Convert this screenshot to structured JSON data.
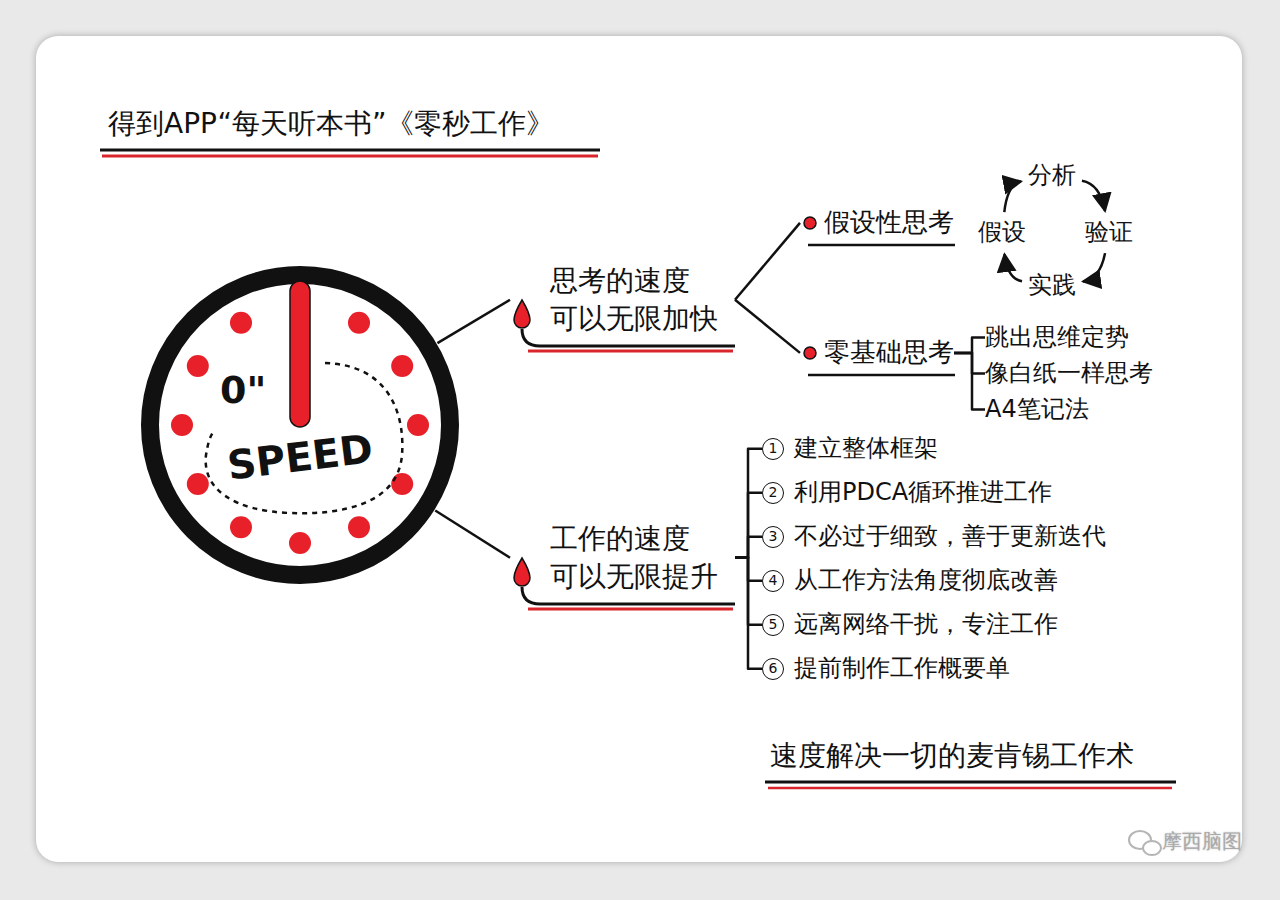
{
  "diagram": {
    "title": "得到APP“每天听本书”《零秒工作》",
    "caption": "速度解决一切的麦肯锡工作术",
    "nodes": [
      {
        "text": [
          "0\"",
          "SPEED"
        ]
      },
      {
        "text": [
          "思考的速度 可以无限加快"
        ]
      },
      {
        "text": [
          "工作的速度 可以无限提升"
        ]
      },
      {
        "text": [
          "假设性思考"
        ]
      },
      {
        "text": [
          "零基础思考"
        ]
      },
      {
        "text": [
          "假设"
        ]
      },
      {
        "text": [
          "分析"
        ]
      },
      {
        "text": [
          "验证"
        ]
      },
      {
        "text": [
          "实践"
        ]
      },
      {
        "text": [
          "跳出思维定势"
        ]
      },
      {
        "text": [
          "像白纸一样思考"
        ]
      },
      {
        "text": [
          "A4笔记法"
        ]
      },
      {
        "text": [
          "1",
          "建立整体框架"
        ]
      },
      {
        "text": [
          "2",
          "利用PDCA循环推进工作"
        ]
      },
      {
        "text": [
          "3",
          "不必过于细致，善于更新迭代"
        ]
      },
      {
        "text": [
          "4",
          "从工作方法角度彻底改善"
        ]
      },
      {
        "text": [
          "5",
          "远离网络干扰，专注工作"
        ]
      },
      {
        "text": [
          "6",
          "提前制作工作概要单"
        ]
      }
    ],
    "edges": [
      {
        "from": 0,
        "to": 1,
        "arrow": "none"
      },
      {
        "from": 0,
        "to": 2,
        "arrow": "none"
      },
      {
        "from": 1,
        "to": 3,
        "arrow": "none"
      },
      {
        "from": 1,
        "to": 4,
        "arrow": "none"
      },
      {
        "from": 5,
        "to": 6,
        "arrow": "to"
      },
      {
        "from": 6,
        "to": 7,
        "arrow": "to"
      },
      {
        "from": 7,
        "to": 8,
        "arrow": "to"
      },
      {
        "from": 8,
        "to": 5,
        "arrow": "to"
      },
      {
        "from": 4,
        "to": 9,
        "arrow": "none"
      },
      {
        "from": 4,
        "to": 10,
        "arrow": "none"
      },
      {
        "from": 4,
        "to": 11,
        "arrow": "none"
      },
      {
        "from": 2,
        "to": 12,
        "arrow": "none"
      },
      {
        "from": 2,
        "to": 13,
        "arrow": "none"
      },
      {
        "from": 2,
        "to": 14,
        "arrow": "none"
      },
      {
        "from": 2,
        "to": 15,
        "arrow": "none"
      },
      {
        "from": 2,
        "to": 16,
        "arrow": "none"
      },
      {
        "from": 2,
        "to": 17,
        "arrow": "none"
      }
    ],
    "labels": [
      "摩西脑图"
    ]
  }
}
